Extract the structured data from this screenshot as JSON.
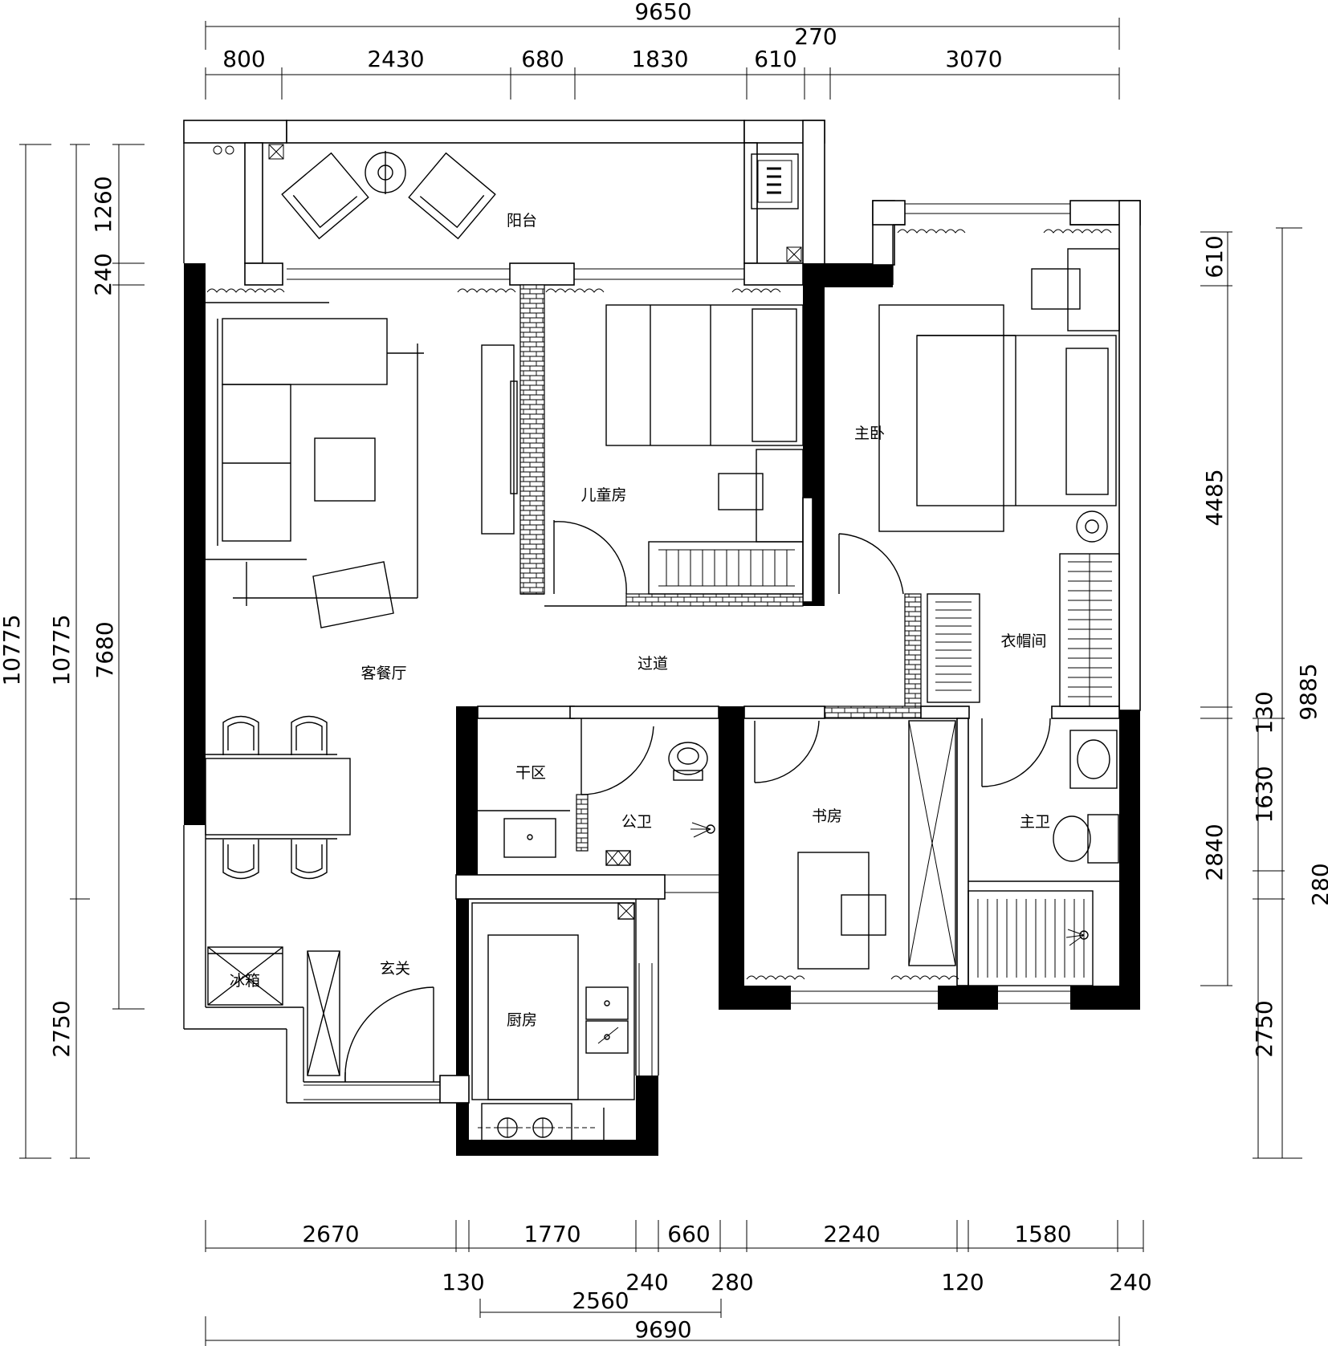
{
  "rooms": {
    "balcony": "阳台",
    "living_dining": "客餐厅",
    "children_room": "儿童房",
    "master_bedroom": "主卧",
    "corridor": "过道",
    "cloakroom": "衣帽间",
    "dry_area": "干区",
    "public_bath": "公卫",
    "study": "书房",
    "master_bath": "主卫",
    "entrance": "玄关",
    "fridge": "冰箱",
    "kitchen": "厨房"
  },
  "dims": {
    "top_total": "9650",
    "top_270": "270",
    "top_segments": [
      "800",
      "2430",
      "680",
      "1830",
      "610",
      "3070"
    ],
    "left_outer": "10775",
    "left_inner": "10775",
    "left_1260": "1260",
    "left_240": "240",
    "left_7680": "7680",
    "left_2750": "2750",
    "right_610": "610",
    "right_4485": "4485",
    "right_130": "130",
    "right_9885": "9885",
    "right_1630": "1630",
    "right_2840": "2840",
    "right_280": "280",
    "right_2750": "2750",
    "bottom_segments": [
      "2670",
      "1770",
      "660",
      "2240",
      "1580"
    ],
    "bottom_small": [
      "130",
      "240",
      "280",
      "120",
      "240"
    ],
    "bottom_2560": "2560",
    "bottom_total": "9690"
  }
}
